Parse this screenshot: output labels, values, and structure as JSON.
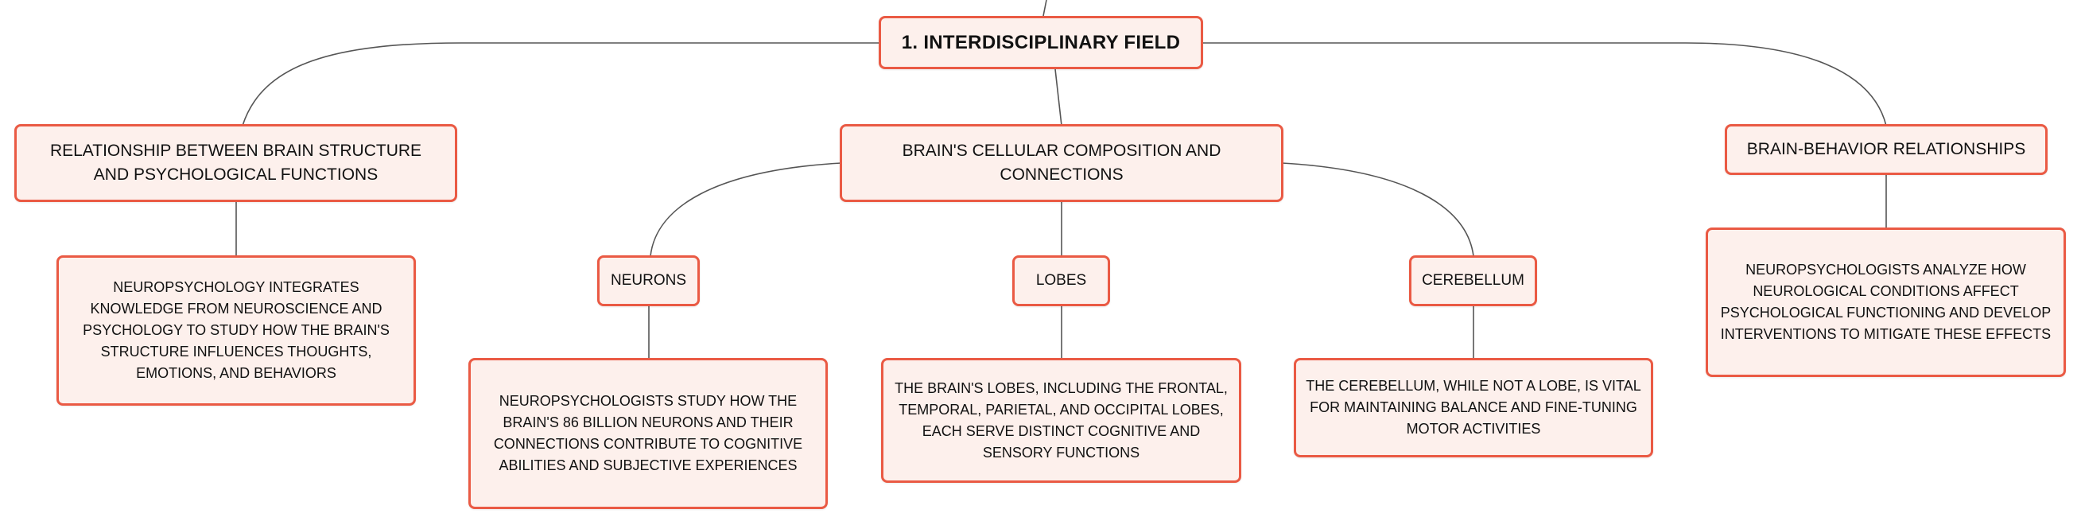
{
  "mindmap": {
    "root": {
      "label": "1. INTERDISCIPLINARY FIELD"
    },
    "branches": [
      {
        "label": "RELATIONSHIP BETWEEN BRAIN STRUCTURE AND PSYCHOLOGICAL FUNCTIONS",
        "detail": "NEUROPSYCHOLOGY INTEGRATES KNOWLEDGE FROM NEUROSCIENCE AND PSYCHOLOGY TO STUDY HOW THE BRAIN'S STRUCTURE INFLUENCES THOUGHTS, EMOTIONS, AND BEHAVIORS"
      },
      {
        "label": "BRAIN'S CELLULAR COMPOSITION AND CONNECTIONS",
        "children": [
          {
            "label": "NEURONS",
            "detail": "NEUROPSYCHOLOGISTS STUDY HOW THE BRAIN'S 86 BILLION NEURONS AND THEIR CONNECTIONS CONTRIBUTE TO COGNITIVE ABILITIES AND SUBJECTIVE EXPERIENCES"
          },
          {
            "label": "LOBES",
            "detail": "THE BRAIN'S LOBES, INCLUDING THE FRONTAL, TEMPORAL, PARIETAL, AND OCCIPITAL LOBES, EACH SERVE DISTINCT COGNITIVE AND SENSORY FUNCTIONS"
          },
          {
            "label": "CEREBELLUM",
            "detail": "THE CEREBELLUM, WHILE NOT A LOBE, IS VITAL FOR MAINTAINING BALANCE AND FINE-TUNING MOTOR ACTIVITIES"
          }
        ]
      },
      {
        "label": "BRAIN-BEHAVIOR RELATIONSHIPS",
        "detail": "NEUROPSYCHOLOGISTS ANALYZE HOW NEUROLOGICAL CONDITIONS AFFECT PSYCHOLOGICAL FUNCTIONING AND DEVELOP INTERVENTIONS TO MITIGATE THESE EFFECTS"
      }
    ]
  },
  "colors": {
    "node_fill": "#fdf0ec",
    "node_border": "#ea5a44",
    "connector": "#555555",
    "text": "#111111"
  }
}
